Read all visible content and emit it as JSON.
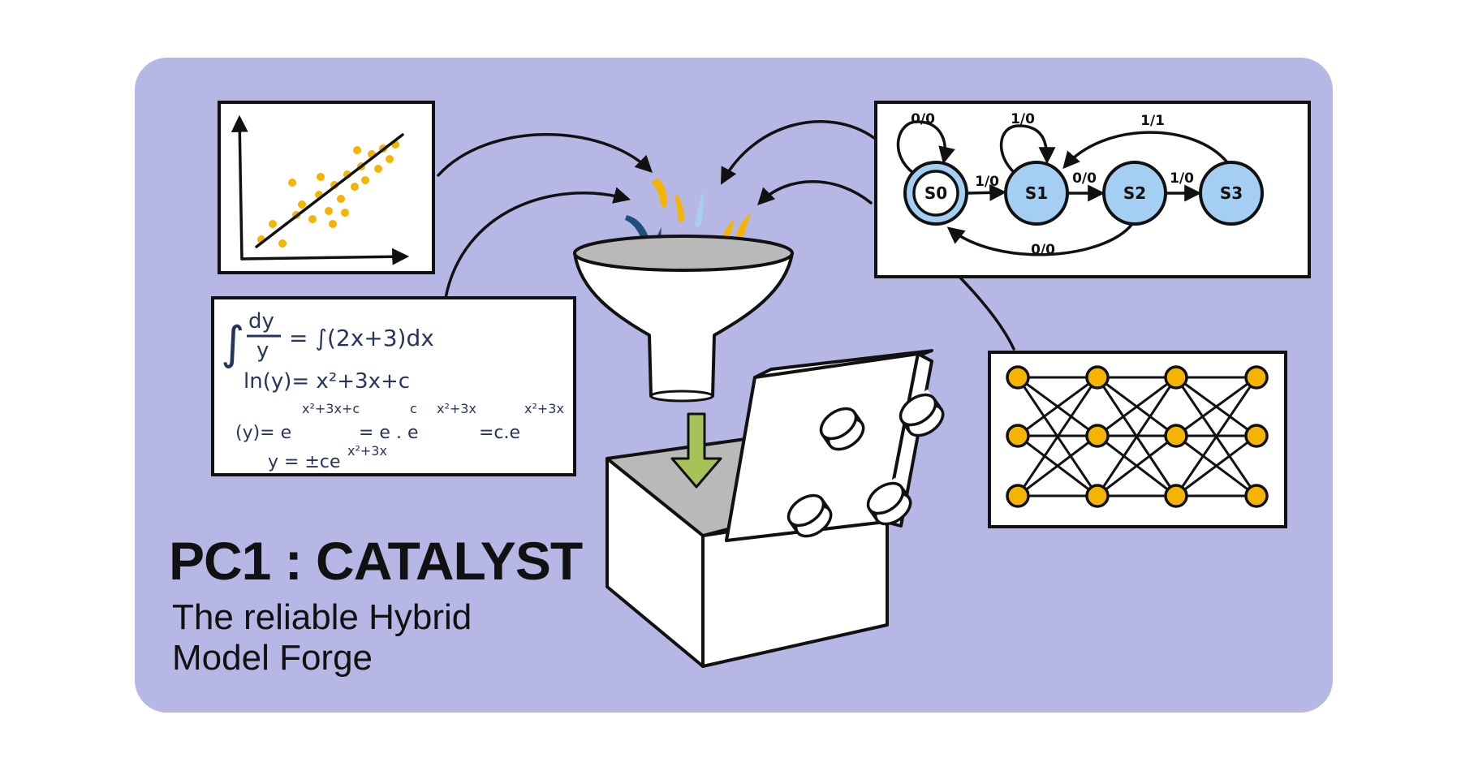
{
  "title": "PC1 : CATALYST",
  "subtitle": [
    "The reliable Hybrid",
    "Model Forge"
  ],
  "colors": {
    "background_panel": "#b6b7e5",
    "accent_yellow": "#f5b400",
    "dark_blue": "#1f4f7a",
    "light_blue": "#a5cff2",
    "arrow_green": "#a8c25a",
    "equation_ink": "#26355e"
  },
  "equations": {
    "line1": {
      "integral": "∫",
      "numerator": "dy",
      "denominator": "y",
      "rhs": "= ∫(2x+3)dx"
    },
    "line2": {
      "text": "ln(y)= x²+3x+c"
    },
    "line3": {
      "lhs": "(y)= e",
      "sup1": "x²+3x+c",
      "mid": "= e . e",
      "sup2a": "c",
      "sup2b": "x²+3x",
      "end": "=c.e",
      "sup3": "x²+3x"
    },
    "line4": {
      "text": "y = ±ce",
      "sup": "x²+3x"
    }
  },
  "fsm": {
    "states": [
      "S0",
      "S1",
      "S2",
      "S3"
    ],
    "transitions": {
      "s0_self": "0/0",
      "s1_self": "1/0",
      "s3_to_s1": "1/1",
      "s0_to_s1": "1/0",
      "s1_to_s2": "0/0",
      "s2_to_s3": "1/0",
      "s2_to_s0": "0/0"
    }
  },
  "icons": [
    "scatter-plot-icon",
    "funnel-icon",
    "forge-box-icon",
    "neural-network-icon",
    "state-machine-icon"
  ]
}
